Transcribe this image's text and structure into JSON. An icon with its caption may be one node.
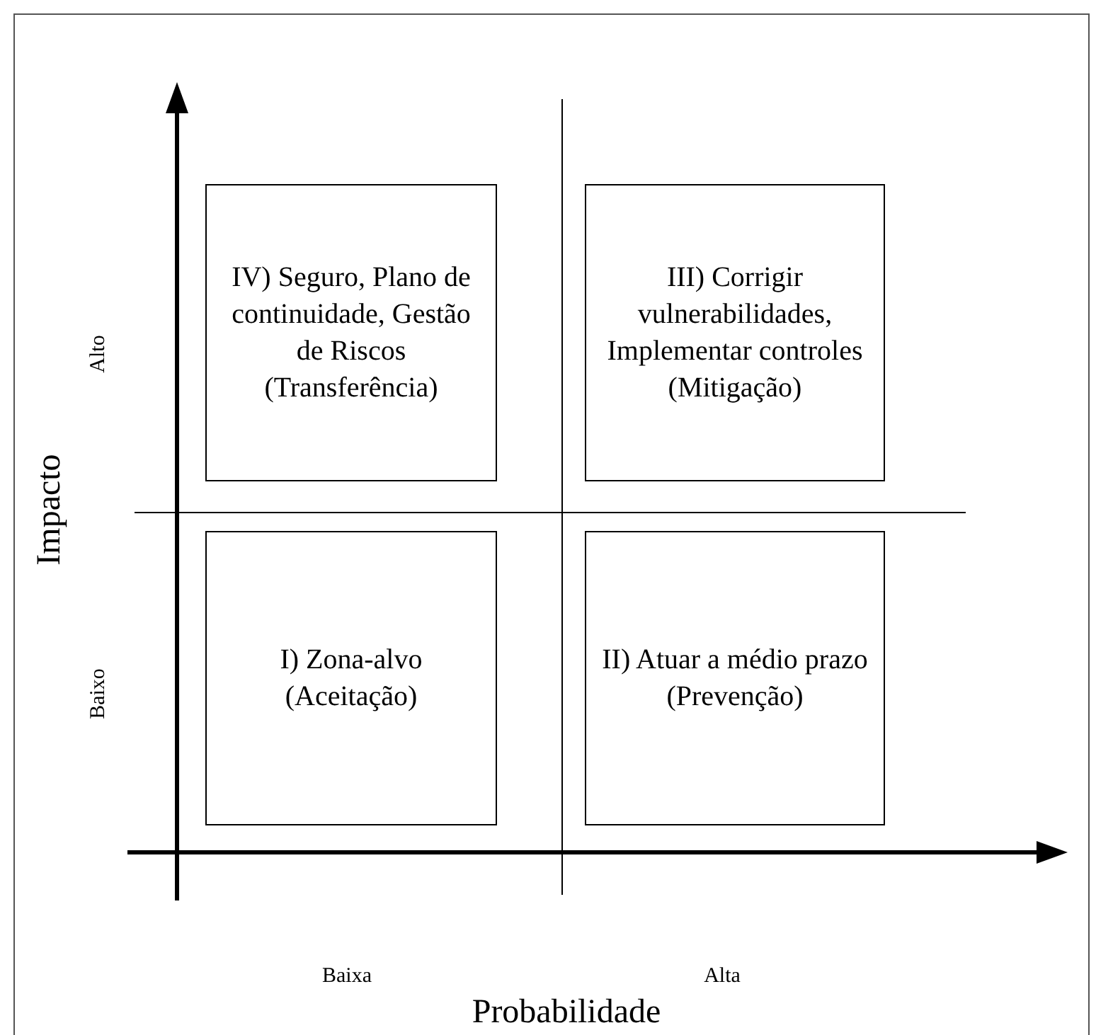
{
  "diagram": {
    "nodes": [
      {
        "text": [
          "IV) Seguro, Plano de continuidade, Gestão de Riscos (Transferência)"
        ]
      },
      {
        "text": [
          "III) Corrigir vulnerabilidades, Implementar controles (Mitigação)"
        ]
      },
      {
        "text": [
          "I) Zona-alvo (Aceitação)"
        ]
      },
      {
        "text": [
          "II) Atuar a médio prazo (Prevenção)"
        ]
      }
    ],
    "labels": [
      "Alto",
      "Impacto",
      "Baixo",
      "Baixa",
      "Alta",
      "Probabilidade"
    ]
  }
}
